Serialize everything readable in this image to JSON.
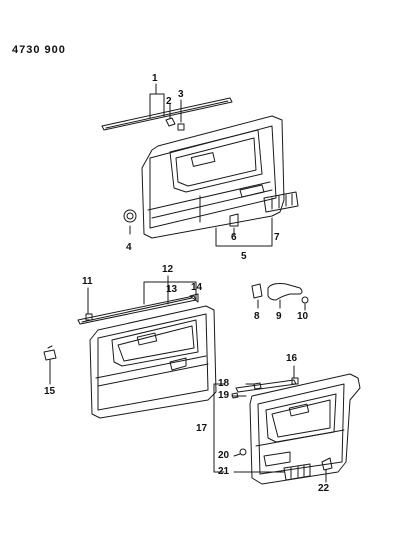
{
  "title": "4730 900",
  "callouts": [
    "1",
    "2",
    "3",
    "4",
    "5",
    "6",
    "7",
    "8",
    "9",
    "10",
    "11",
    "12",
    "13",
    "14",
    "15",
    "16",
    "17",
    "18",
    "19",
    "20",
    "21",
    "22"
  ],
  "colors": {
    "line": "#1a1a1a",
    "background": "#ffffff"
  }
}
